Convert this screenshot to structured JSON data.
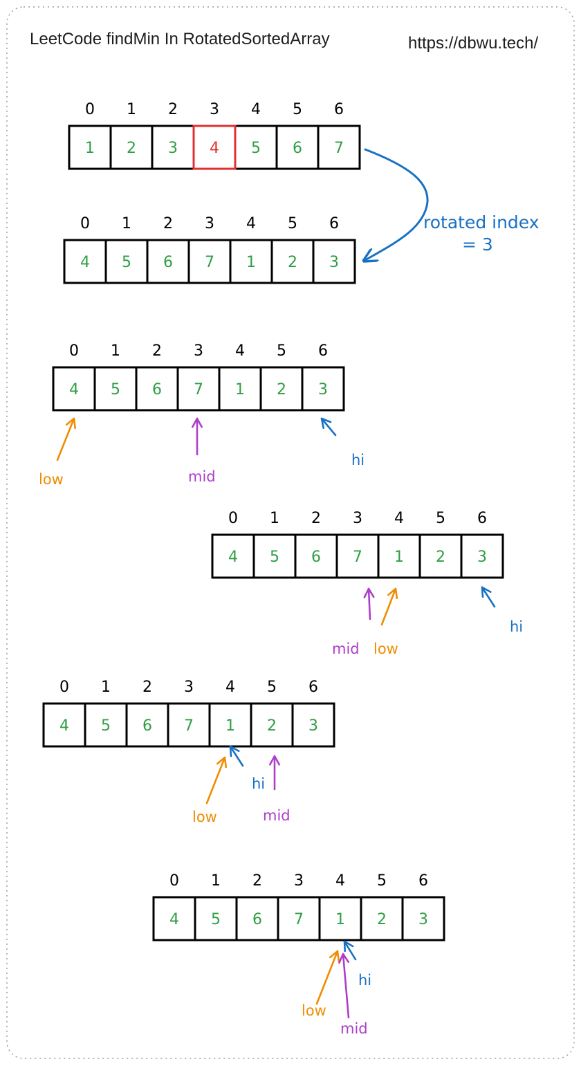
{
  "header": {
    "title": "LeetCode findMin In RotatedSortedArray",
    "url": "https://dbwu.tech/"
  },
  "colors": {
    "low": "#f08c00",
    "mid": "#ae3ec9",
    "hi": "#1971c2",
    "value": "#2f9e44",
    "highlight": "#e03131"
  },
  "arrays": [
    {
      "indices": [
        "0",
        "1",
        "2",
        "3",
        "4",
        "5",
        "6"
      ],
      "values": [
        "1",
        "2",
        "3",
        "4",
        "5",
        "6",
        "7"
      ],
      "highlight": 3
    },
    {
      "indices": [
        "0",
        "1",
        "2",
        "3",
        "4",
        "5",
        "6"
      ],
      "values": [
        "4",
        "5",
        "6",
        "7",
        "1",
        "2",
        "3"
      ]
    },
    {
      "indices": [
        "0",
        "1",
        "2",
        "3",
        "4",
        "5",
        "6"
      ],
      "values": [
        "4",
        "5",
        "6",
        "7",
        "1",
        "2",
        "3"
      ]
    },
    {
      "indices": [
        "0",
        "1",
        "2",
        "3",
        "4",
        "5",
        "6"
      ],
      "values": [
        "4",
        "5",
        "6",
        "7",
        "1",
        "2",
        "3"
      ]
    },
    {
      "indices": [
        "0",
        "1",
        "2",
        "3",
        "4",
        "5",
        "6"
      ],
      "values": [
        "4",
        "5",
        "6",
        "7",
        "1",
        "2",
        "3"
      ]
    },
    {
      "indices": [
        "0",
        "1",
        "2",
        "3",
        "4",
        "5",
        "6"
      ],
      "values": [
        "4",
        "5",
        "6",
        "7",
        "1",
        "2",
        "3"
      ]
    }
  ],
  "rotation_note": {
    "line1": "rotated index",
    "line2": "= 3"
  },
  "pointer_labels": {
    "low": "low",
    "mid": "mid",
    "hi": "hi"
  },
  "steps": [
    {
      "low": 0,
      "mid": 3,
      "hi": 6
    },
    {
      "low": 4,
      "mid": 3,
      "hi": 6
    },
    {
      "low": 4,
      "mid": 5,
      "hi": 4
    },
    {
      "low": 4,
      "mid": 4,
      "hi": 4
    }
  ]
}
